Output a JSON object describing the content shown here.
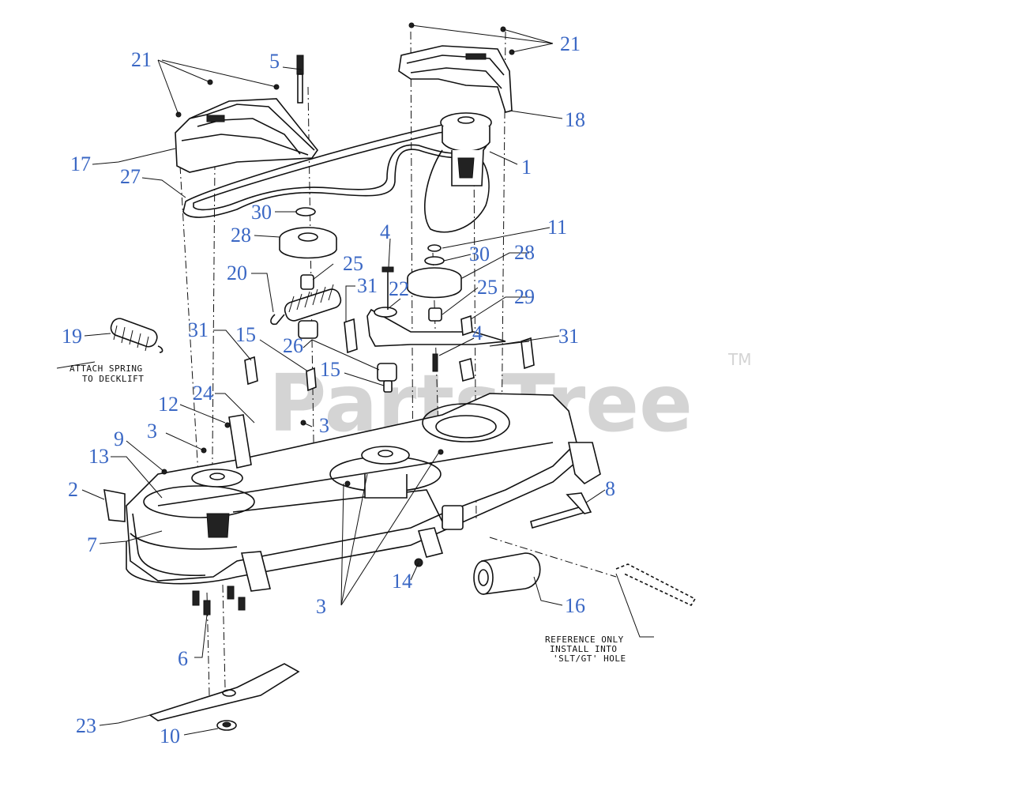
{
  "watermark": {
    "text": "PartsTree",
    "tm": "TM"
  },
  "notes": {
    "spring": [
      "ATTACH SPRING",
      "TO DECKLIFT"
    ],
    "reference": [
      "REFERENCE ONLY",
      "INSTALL INTO",
      "'SLT/GT' HOLE"
    ]
  },
  "callouts": {
    "c21a": "21",
    "c21b": "21",
    "c5": "5",
    "c18": "18",
    "c17": "17",
    "c1": "1",
    "c27": "27",
    "c30a": "30",
    "c4a": "4",
    "c11": "11",
    "c28a": "28",
    "c30b": "30",
    "c28b": "28",
    "c25a": "25",
    "c20": "20",
    "c31a": "31",
    "c22": "22",
    "c25b": "25",
    "c29": "29",
    "c19": "19",
    "c31b": "31",
    "c15a": "15",
    "c26": "26",
    "c4b": "4",
    "c31c": "31",
    "c15b": "15",
    "c12": "12",
    "c24": "24",
    "c3a": "3",
    "c3b": "3",
    "c9": "9",
    "c13": "13",
    "c2": "2",
    "c8": "8",
    "c7": "7",
    "c14": "14",
    "c3c": "3",
    "c16": "16",
    "c6": "6",
    "c23": "23",
    "c10": "10"
  },
  "colors": {
    "callout": "#3a67c4",
    "line": "#111111",
    "watermark": "#d4d4d4"
  }
}
